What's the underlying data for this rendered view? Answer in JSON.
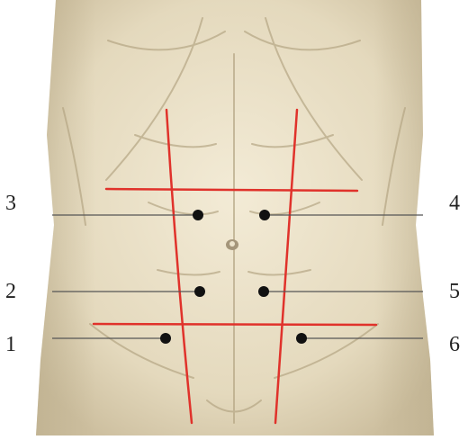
{
  "colors": {
    "skin_light": "#efe6cf",
    "skin_mid": "#ddd1b4",
    "skin_shadow": "#b9ab8a",
    "divider_line": "#e0322b",
    "leader_line": "#555555",
    "point": "#111111"
  },
  "points": [
    {
      "label": "1"
    },
    {
      "label": "2"
    },
    {
      "label": "3"
    },
    {
      "label": "4"
    },
    {
      "label": "5"
    },
    {
      "label": "6"
    }
  ]
}
